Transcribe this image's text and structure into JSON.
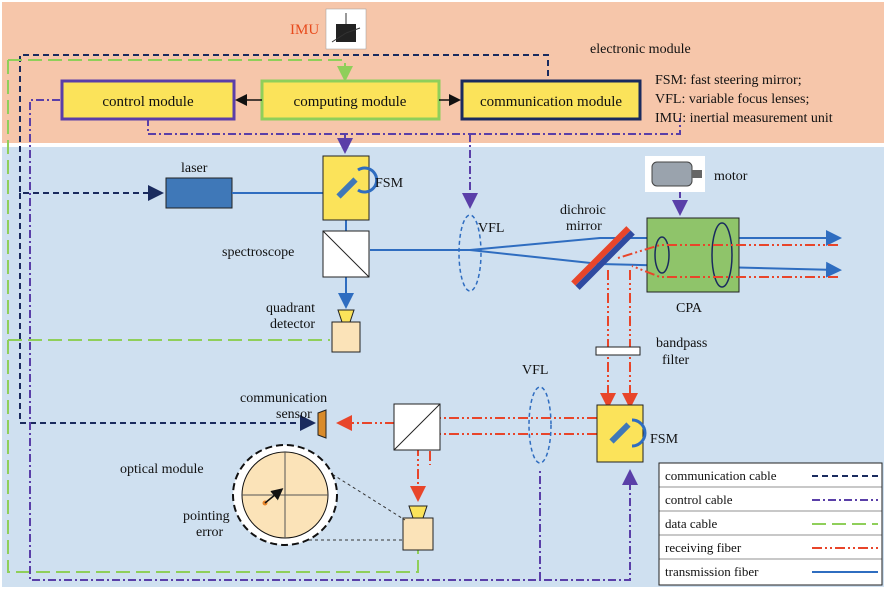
{
  "title": "",
  "modules": {
    "electronic": "electronic module",
    "optical": "optical module"
  },
  "imu_label": "IMU",
  "boxes": {
    "control": "control module",
    "computing": "computing module",
    "communication": "communication module"
  },
  "abbreviations": [
    "FSM: fast steering mirror;",
    "VFL: variable focus lenses;",
    "IMU: inertial measurement unit"
  ],
  "components": {
    "laser": "laser",
    "fsm_top": "FSM",
    "fsm_bottom": "FSM",
    "spectroscope": "spectroscope",
    "quadrant_detector": [
      "quadrant",
      "detector"
    ],
    "vfl_top": "VFL",
    "vfl_bottom": "VFL",
    "dichroic_mirror": [
      "dichroic",
      "mirror"
    ],
    "motor": "motor",
    "cpa": "CPA",
    "bandpass_filter": [
      "bandpass",
      "filter"
    ],
    "communication_sensor": [
      "communication",
      "sensor"
    ],
    "pointing_error": [
      "pointing",
      "error"
    ]
  },
  "legend": [
    {
      "label": "communication cable",
      "color": "#1a2b5e",
      "style": "dashed"
    },
    {
      "label": "control cable",
      "color": "#5a3fa8",
      "style": "dashdot"
    },
    {
      "label": "data cable",
      "color": "#8fcf5a",
      "style": "longdash"
    },
    {
      "label": "receiving fiber",
      "color": "#e8452a",
      "style": "dashdotdot"
    },
    {
      "label": "transmission fiber",
      "color": "#2f6dc0",
      "style": "solid"
    }
  ],
  "colors": {
    "electronic_bg": "#f6c6aa",
    "optical_bg": "#cfe0f0",
    "module_box": "#fbe35a",
    "comm_cable": "#1a2b5e",
    "ctrl_cable": "#5a3fa8",
    "data_cable": "#8fcf5a",
    "recv_fiber": "#e8452a",
    "trans_fiber": "#2f6dc0"
  }
}
